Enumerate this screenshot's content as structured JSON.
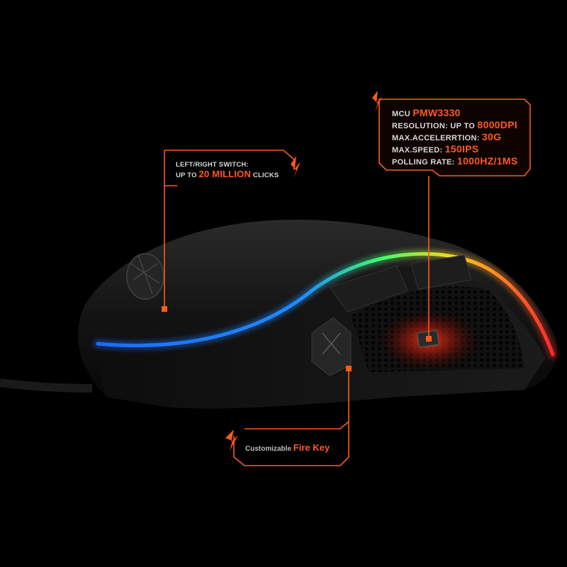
{
  "callouts": {
    "switch": {
      "line1": "LEFT/RIGHT SWITCH:",
      "line2_prefix": "UP TO",
      "line2_highlight": "20 MILLION",
      "line2_suffix": "CLICKS"
    },
    "specs": {
      "rows": [
        {
          "label": "MCU",
          "value": "PMW3330"
        },
        {
          "label": "RESOLUTION: UP TO",
          "value": "8000DPI"
        },
        {
          "label": "MAX.ACCELERRTION:",
          "value": "30G"
        },
        {
          "label": "MAX.SPEED:",
          "value": "150IPS"
        },
        {
          "label": "POLLING RATE:",
          "value": "1000HZ/1MS"
        }
      ]
    },
    "fire_key": {
      "label": "Customizable",
      "highlight": "Fire Key"
    }
  },
  "colors": {
    "accent": "#ff5a1a",
    "background": "#000000",
    "rgb_blue": "#1e6bff",
    "rgb_green": "#3cff6e",
    "rgb_yellow": "#ffd21e",
    "rgb_red": "#ff2a2a"
  }
}
